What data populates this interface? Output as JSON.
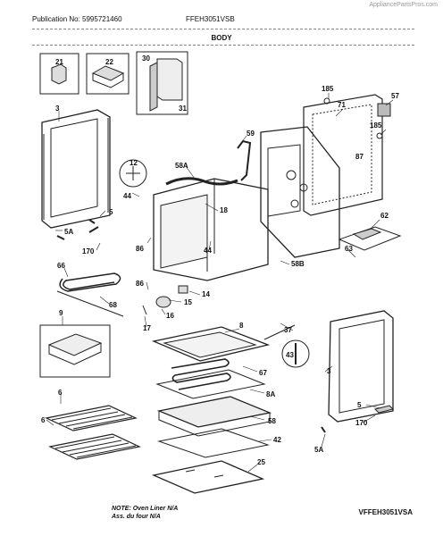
{
  "watermark": "AppliancePartsPros.com",
  "header": {
    "publication": "Publication No: 5995721460",
    "model": "FFEH3051VSB"
  },
  "section_title": "BODY",
  "labels": {
    "p21": "21",
    "p22": "22",
    "p30": "30",
    "p31": "31",
    "p3a": "3",
    "p185a": "185",
    "p57": "57",
    "p71": "71",
    "p185b": "185",
    "p87": "87",
    "p59": "59",
    "p12": "12",
    "p58a": "58A",
    "p44a": "44",
    "p18": "18",
    "p5a": "5",
    "p5aa": "5A",
    "p170a": "170",
    "p86a": "86",
    "p44b": "44",
    "p62": "62",
    "p63": "63",
    "p58b": "58B",
    "p66": "66",
    "p68": "68",
    "p14": "14",
    "p15": "15",
    "p86b": "86",
    "p16": "16",
    "p17": "17",
    "p9": "9",
    "p8": "8",
    "p37": "37",
    "p43": "43",
    "p67": "67",
    "p3b": "3",
    "p8a": "8A",
    "p6a": "6",
    "p6b": "6",
    "p58": "58",
    "p5b": "5",
    "p170b": "170",
    "p42": "42",
    "p5ab": "5A",
    "p25": "25"
  },
  "footer": {
    "note_line1": "NOTE: Oven Liner N/A",
    "note_line2": "Ass. du four N/A",
    "reference": "VFFEH3051VSA"
  }
}
